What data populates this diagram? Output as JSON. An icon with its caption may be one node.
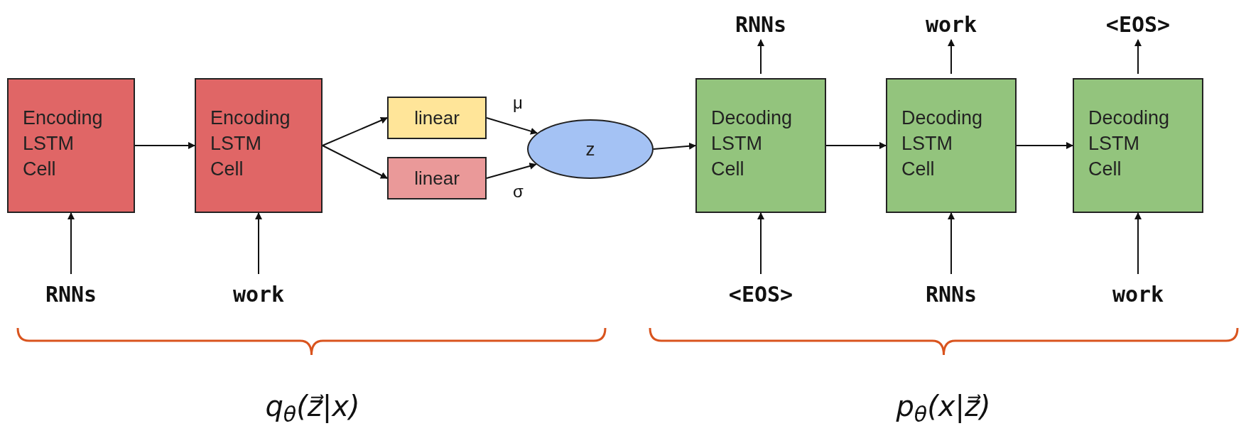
{
  "diagram": {
    "nodes": [
      {
        "text": [
          "Encoding LSTM Cell"
        ]
      },
      {
        "text": [
          "Encoding LSTM Cell"
        ]
      },
      {
        "text": [
          "linear"
        ]
      },
      {
        "text": [
          "linear"
        ]
      },
      {
        "text": [
          "z"
        ]
      },
      {
        "text": [
          "Decoding LSTM Cell"
        ]
      },
      {
        "text": [
          "Decoding LSTM Cell"
        ]
      },
      {
        "text": [
          "Decoding LSTM Cell"
        ]
      },
      {
        "text": [
          "RNNs"
        ]
      },
      {
        "text": [
          "work"
        ]
      },
      {
        "text": [
          "<EOS>"
        ]
      },
      {
        "text": [
          "RNNs"
        ]
      },
      {
        "text": [
          "work"
        ]
      },
      {
        "text": [
          "RNNs"
        ]
      },
      {
        "text": [
          "work"
        ]
      },
      {
        "text": [
          "<EOS>"
        ]
      }
    ],
    "edges": [
      {
        "from": 8,
        "to": 0,
        "arrow": "to"
      },
      {
        "from": 0,
        "to": 1,
        "arrow": "to"
      },
      {
        "from": 9,
        "to": 1,
        "arrow": "to"
      },
      {
        "from": 1,
        "to": 2,
        "arrow": "to"
      },
      {
        "from": 1,
        "to": 3,
        "arrow": "to"
      },
      {
        "from": 2,
        "to": 4,
        "arrow": "to",
        "label": "μ"
      },
      {
        "from": 3,
        "to": 4,
        "arrow": "to",
        "label": "σ"
      },
      {
        "from": 4,
        "to": 5,
        "arrow": "to"
      },
      {
        "from": 10,
        "to": 5,
        "arrow": "to"
      },
      {
        "from": 5,
        "to": 6,
        "arrow": "to"
      },
      {
        "from": 11,
        "to": 6,
        "arrow": "to"
      },
      {
        "from": 6,
        "to": 7,
        "arrow": "to"
      },
      {
        "from": 12,
        "to": 7,
        "arrow": "to"
      },
      {
        "from": 5,
        "to": 13,
        "arrow": "to"
      },
      {
        "from": 6,
        "to": 14,
        "arrow": "to"
      },
      {
        "from": 7,
        "to": 15,
        "arrow": "to"
      }
    ],
    "labels": [
      "q$_{θ}$(z⃗|x)",
      "p$_{θ}$(x|z⃗)"
    ]
  }
}
